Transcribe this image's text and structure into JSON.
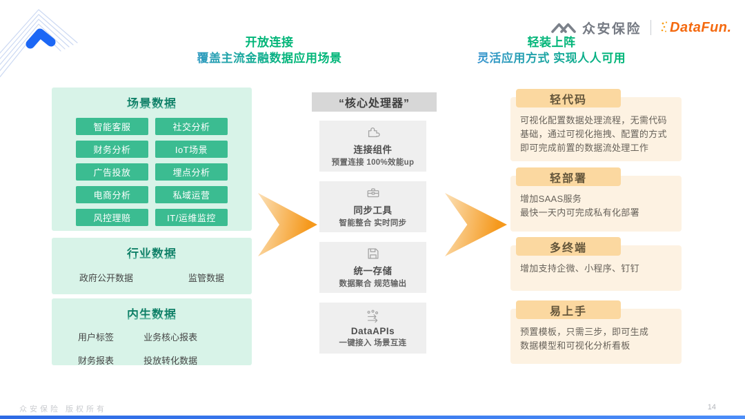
{
  "page": {
    "footer": "众安保险  版权所有",
    "number": "14"
  },
  "header": {
    "brand_left": "众安保险",
    "brand_right": "DataFun."
  },
  "headings": {
    "left": {
      "line1": "开放连接",
      "line2": "覆盖主流金融数据应用场景"
    },
    "right": {
      "line1": "轻装上阵",
      "line2": "灵活应用方式 实现人人可用"
    }
  },
  "left_panels": [
    {
      "title": "场景数据",
      "buttons": [
        "智能客服",
        "社交分析",
        "财务分析",
        "IoT场景",
        "广告投放",
        "埋点分析",
        "电商分析",
        "私域运营",
        "风控理赔",
        "IT/运维监控"
      ]
    },
    {
      "title": "行业数据",
      "items": [
        "政府公开数据",
        "监管数据"
      ]
    },
    {
      "title": "内生数据",
      "items": [
        "用户标签",
        "业务核心报表",
        "财务报表",
        "投放转化数据"
      ]
    }
  ],
  "processor": {
    "title": "“核心处理器”",
    "modules": [
      {
        "icon": "puzzle-icon",
        "title": "连接组件",
        "subtitle": "预置连接 100%效能up"
      },
      {
        "icon": "toolbox-icon",
        "title": "同步工具",
        "subtitle": "智能整合 实时同步"
      },
      {
        "icon": "storage-icon",
        "title": "统一存储",
        "subtitle": "数据聚合 规范输出"
      },
      {
        "icon": "api-flow-icon",
        "title": "DataAPIs",
        "subtitle": "一键接入 场景互连"
      }
    ]
  },
  "benefits": [
    {
      "title": "轻代码",
      "body": "可视化配置数据处理流程，无需代码\n基础，通过可视化拖拽、配置的方式\n即可完成前置的数据流处理工作"
    },
    {
      "title": "轻部署",
      "body": "增加SAAS服务\n最快一天内可完成私有化部署"
    },
    {
      "title": "多终端",
      "body": "增加支持企微、小程序、钉钉"
    },
    {
      "title": "易上手",
      "body": "预置模板，只需三步，即可生成\n数据模型和可视化分析看板"
    }
  ],
  "colors": {
    "green_accent": "#00b578",
    "blue_accent": "#3f90da",
    "teal_button": "#3bbc91",
    "panel_green_bg": "#d8f3e8",
    "orange_chip": "#fbd8a0",
    "cream_panel": "#fdf2e2",
    "arrow_orange": "#f59a1e",
    "brand_blue": "#1c67f5",
    "datafun_orange": "#f4690f"
  }
}
